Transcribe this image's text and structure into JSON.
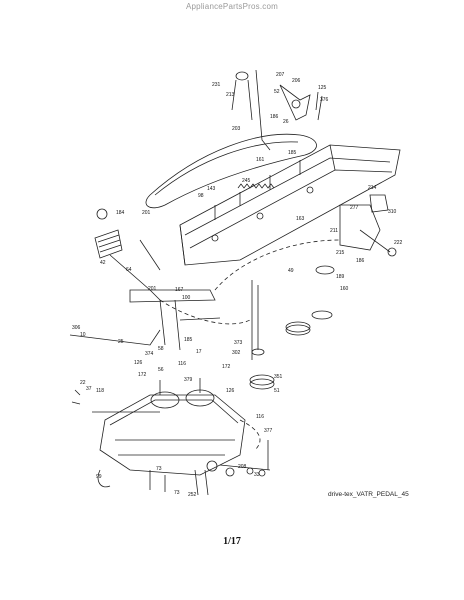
{
  "site": {
    "header": "AppliancePartsPros.com"
  },
  "diagram": {
    "caption": "drive-tex_VATR_PEDAL_45",
    "labels": [
      "231",
      "213",
      "207",
      "206",
      "52",
      "125",
      "376",
      "186",
      "26",
      "203",
      "185",
      "161",
      "245",
      "143",
      "98",
      "214",
      "310",
      "184",
      "201",
      "163",
      "277",
      "211",
      "215",
      "186",
      "222",
      "42",
      "64",
      "49",
      "189",
      "201",
      "167",
      "100",
      "160",
      "10",
      "306",
      "25",
      "374",
      "17",
      "58",
      "185",
      "373",
      "302",
      "172",
      "126",
      "116",
      "56",
      "379",
      "22",
      "37",
      "118",
      "172",
      "126",
      "351",
      "51",
      "116",
      "377",
      "99",
      "73",
      "73",
      "252",
      "208",
      "33"
    ]
  },
  "page": {
    "number": "1/17"
  }
}
